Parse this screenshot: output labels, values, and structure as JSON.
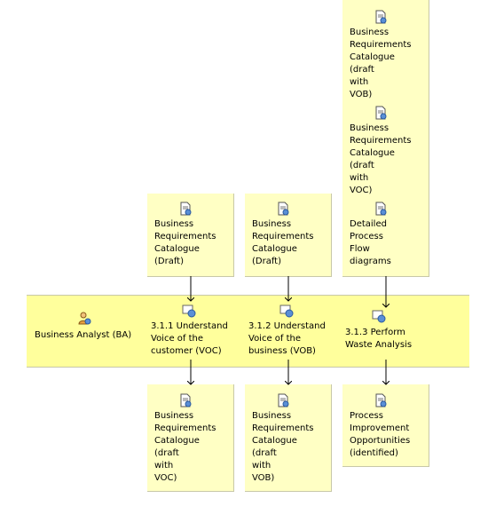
{
  "lane": {
    "performer": "Business Analyst (BA)"
  },
  "tasks": [
    {
      "label": "3.1.1 Understand\nVoice of the\ncustomer (VOC)"
    },
    {
      "label": "3.1.2 Understand\nVoice of the\nbusiness (VOB)"
    },
    {
      "label": "3.1.3 Perform\nWaste Analysis"
    }
  ],
  "inputs": {
    "col1": [
      "Business\nRequirements\nCatalogue\n(Draft)"
    ],
    "col2": [
      "Business\nRequirements\nCatalogue\n(Draft)"
    ],
    "col3": [
      "Business\nRequirements\nCatalogue\n(draft\nwith\nVOB)",
      "Business\nRequirements\nCatalogue\n(draft\nwith\nVOC)",
      "Detailed\nProcess\nFlow\ndiagrams"
    ]
  },
  "outputs": {
    "col1": "Business\nRequirements\nCatalogue\n(draft\nwith\nVOC)",
    "col2": "Business\nRequirements\nCatalogue\n(draft\nwith\nVOB)",
    "col3": "Process\nImprovement\nOpportunities\n(identified)"
  },
  "icons": {
    "artifact": "document-artifact-icon",
    "task": "task-icon",
    "role": "role-icon"
  },
  "colors": {
    "box_fill": "#ffffc4",
    "lane_fill": "#ffff9c",
    "arrow": "#000000"
  }
}
